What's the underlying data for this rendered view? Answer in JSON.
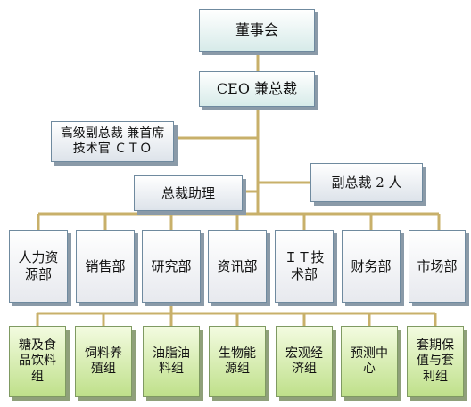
{
  "board": "董事会",
  "ceo": "CEO 兼总裁",
  "svp_cto": "高级副总裁 兼首席技术官 ＣＴＯ",
  "vp": "副总裁 2 人",
  "assistant": "总裁助理",
  "departments": [
    "人力资源部",
    "销售部",
    "研究部",
    "资讯部",
    "ＩＴ技术部",
    "财务部",
    "市场部"
  ],
  "teams": [
    "糖及食品饮料组",
    "饲料养殖组",
    "油脂油料组",
    "生物能源组",
    "宏观经济组",
    "预测中心",
    "套期保值与套利组"
  ],
  "colors": {
    "line": "#c8b06a",
    "team_fill": "#bfe08a",
    "top_fill": "#d7ebe9"
  }
}
